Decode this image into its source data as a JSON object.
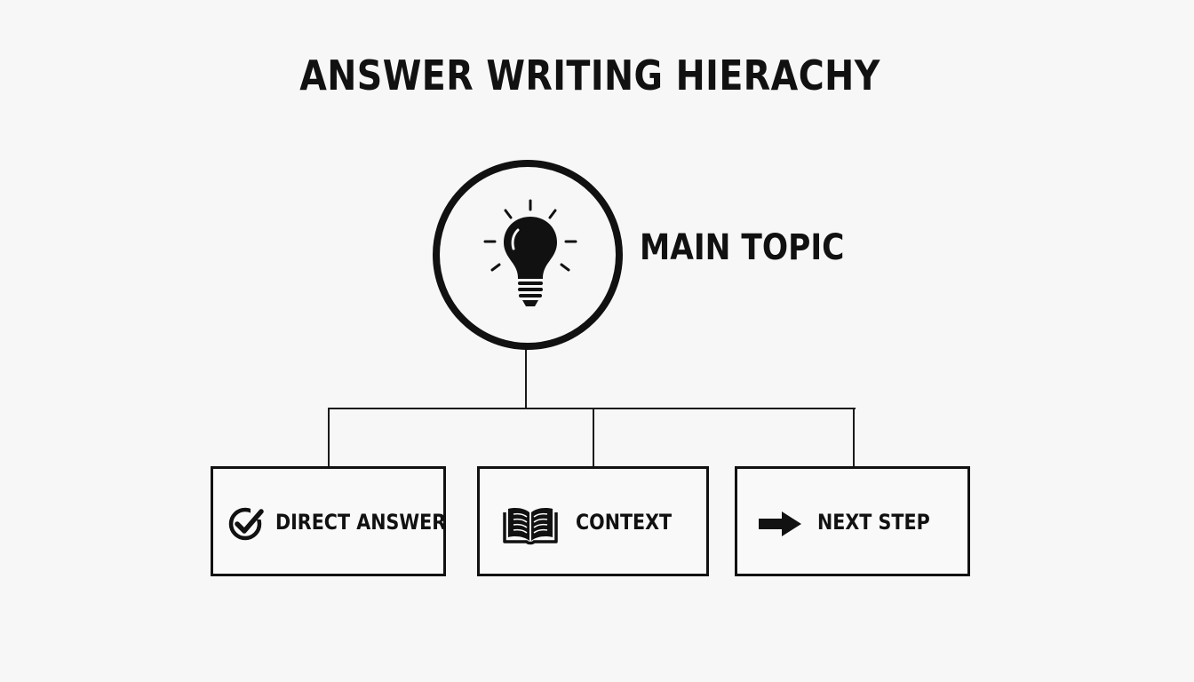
{
  "diagram": {
    "title": "ANSWER WRITING HIERACHY",
    "root": {
      "label": "MAIN TOPIC",
      "icon": "lightbulb-icon"
    },
    "children": [
      {
        "label": "DIRECT ANSWER",
        "icon": "check-circle-icon"
      },
      {
        "label": "CONTEXT",
        "icon": "open-book-icon"
      },
      {
        "label": "NEXT STEP",
        "icon": "arrow-right-icon"
      }
    ],
    "colors": {
      "stroke": "#111111",
      "background": "#f7f7f7"
    }
  }
}
